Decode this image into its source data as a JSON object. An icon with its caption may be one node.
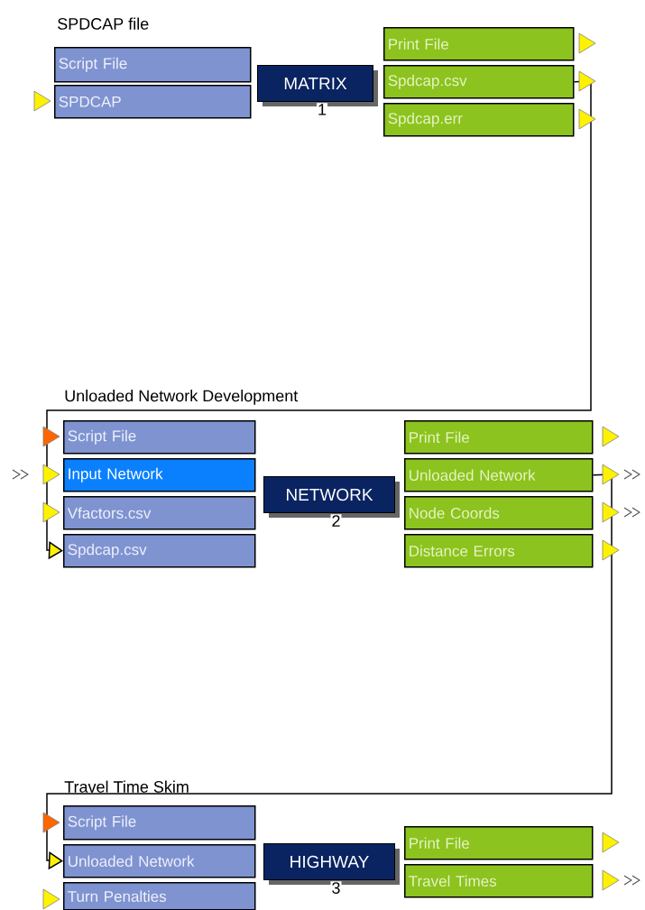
{
  "diagram": {
    "nodes": [
      {
        "text": [
          "Script File"
        ]
      },
      {
        "text": [
          "SPDCAP"
        ]
      },
      {
        "text": [
          "MATRIX"
        ],
        "beside": [
          "1"
        ]
      },
      {
        "text": [
          "Print File"
        ]
      },
      {
        "text": [
          "Spdcap.csv"
        ]
      },
      {
        "text": [
          "Spdcap.err"
        ]
      },
      {
        "text": [
          "Script File"
        ]
      },
      {
        "text": [
          "Input Network"
        ]
      },
      {
        "text": [
          "Vfactors.csv"
        ]
      },
      {
        "text": [
          "Spdcap.csv"
        ]
      },
      {
        "text": [
          "NETWORK"
        ],
        "beside": [
          "2"
        ]
      },
      {
        "text": [
          "Print File"
        ]
      },
      {
        "text": [
          "Unloaded Network"
        ]
      },
      {
        "text": [
          "Node Coords"
        ]
      },
      {
        "text": [
          "Distance Errors"
        ]
      },
      {
        "text": [
          "Script File"
        ]
      },
      {
        "text": [
          "Unloaded Network"
        ]
      },
      {
        "text": [
          "Turn Penalties"
        ]
      },
      {
        "text": [
          "HIGHWAY"
        ],
        "beside": [
          "3"
        ]
      },
      {
        "text": [
          "Print File"
        ]
      },
      {
        "text": [
          "Travel Times"
        ]
      }
    ],
    "edges": [
      {
        "from": 4,
        "to": 9,
        "arrow": "to"
      },
      {
        "from": 12,
        "to": 16,
        "arrow": "to"
      }
    ],
    "labels": [
      "SPDCAP file",
      "Unloaded Network Development",
      "Travel Time Skim"
    ]
  }
}
